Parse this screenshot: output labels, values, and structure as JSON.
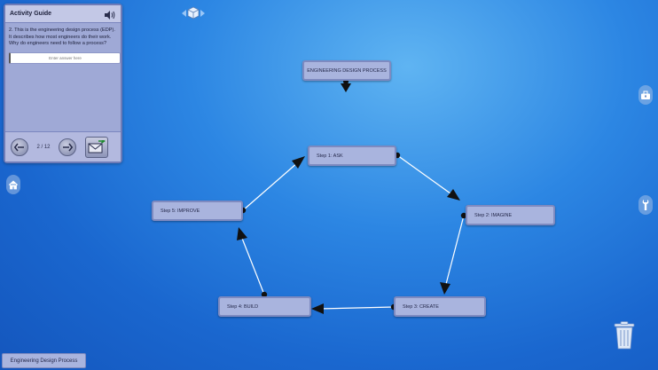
{
  "activity_guide": {
    "title": "Activity Guide",
    "text": "2. This is the engineering design process (EDP). It describes how most engineers do their work. Why do engineers need to follow a process?",
    "input_placeholder": "Enter answer here",
    "page_indicator": "2 / 12"
  },
  "diagram": {
    "title": "ENGINEERING DESIGN PROCESS",
    "steps": [
      "Step 1:  ASK",
      "Step 2:  IMAGINE",
      "Step 3:  CREATE",
      "Step 4:  BUILD",
      "Step 5:  IMPROVE"
    ]
  },
  "bottom_bar": {
    "label": "Engineering Design Process"
  },
  "icons": {
    "speaker": "speaker-icon",
    "prev": "arrow-left-icon",
    "next": "arrow-right-icon",
    "submit": "mail-send-icon",
    "cube": "cube-icon",
    "home": "home-icon",
    "toolbox": "toolbox-icon",
    "wrench": "wrench-icon",
    "trash": "trash-icon"
  },
  "colors": {
    "node_fill": "#a9b4de",
    "node_border": "#7e8ac0",
    "background": "#2c86e3"
  }
}
